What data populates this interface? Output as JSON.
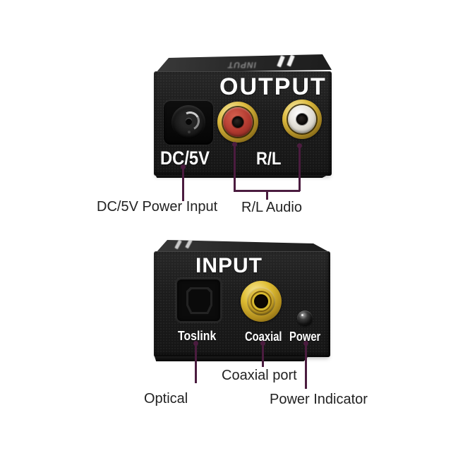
{
  "top_device": {
    "panel_label": "OUTPUT",
    "top_surface_text": "INPUT",
    "dc_port_label": "DC/5V",
    "rl_port_label": "R/L",
    "callouts": {
      "dc_power": "DC/5V Power Input",
      "rl_audio": "R/L Audio"
    }
  },
  "bottom_device": {
    "panel_label": "INPUT",
    "toslink_port_label": "Toslink",
    "coaxial_port_label": "Coaxial",
    "power_led_label": "Power",
    "callouts": {
      "optical": "Optical",
      "coaxial_port": "Coaxial port",
      "power_indicator": "Power Indicator"
    }
  },
  "colors": {
    "callout_line": "#4b1c3f",
    "callout_text": "#222222",
    "device_body": "#1c1c1c",
    "panel_label_color": "#ffffff",
    "rca_red": "#b23a30",
    "rca_white": "#e9e6df",
    "connector_gold": "#d2a82e",
    "background": "#ffffff"
  }
}
